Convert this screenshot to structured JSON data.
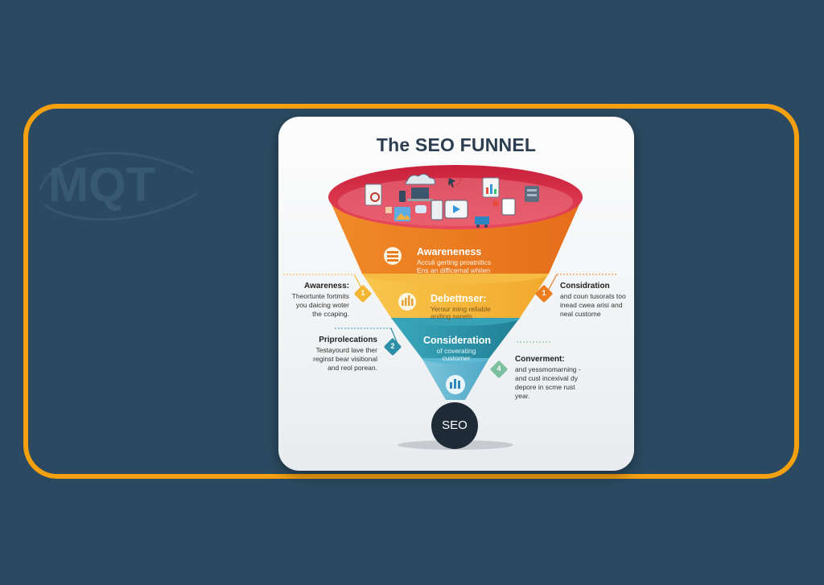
{
  "watermark": {
    "text": "MQT"
  },
  "infographic": {
    "title": "The SEO FUNNEL",
    "stages": [
      {
        "title": "Awareneness",
        "desc": [
          "Acculi gerting proatnitics",
          "Ens an difficemal whilen"
        ],
        "color": "#ee7d22"
      },
      {
        "title": "Debettnser:",
        "desc": [
          "Yerour ining reliable",
          "aniting sanels"
        ],
        "color": "#f6b53a"
      },
      {
        "title": "Consideration",
        "desc": [
          "of coverating",
          "customer"
        ],
        "color": "#2b98ad"
      }
    ],
    "bottom_badge": "SEO",
    "left_notes": [
      {
        "title": "Awareness:",
        "lines": [
          "Theortunte fortmits",
          "you daicing woter",
          "the ccaping."
        ],
        "number": "1",
        "color": "#f3b632"
      },
      {
        "title": "Priprolecations",
        "lines": [
          "Testayourd lave ther",
          "reginst bear visitional",
          "and reol porean."
        ],
        "number": "2",
        "color": "#2b8fa6"
      }
    ],
    "right_notes": [
      {
        "title": "Considration",
        "lines": [
          "and coun tusorats too",
          "inead cwea arisi and",
          "neal custome"
        ],
        "number": "1",
        "color": "#ee7d22"
      },
      {
        "title": "Converment:",
        "lines": [
          "and yessmomarning -",
          "and cusl incexival dy",
          "depore in scme rust",
          "year."
        ],
        "number": "4",
        "color": "#7cbf9e"
      }
    ]
  }
}
